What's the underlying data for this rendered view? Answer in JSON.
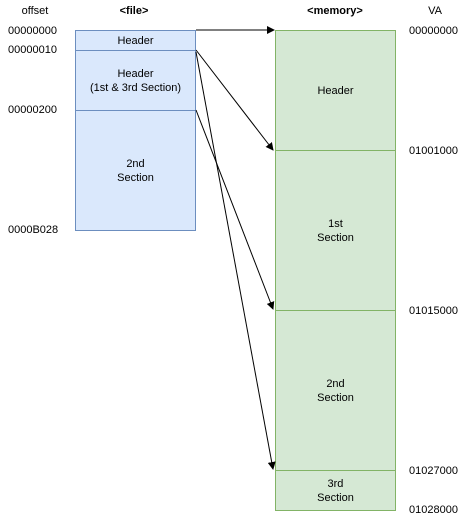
{
  "headers": {
    "offset": "offset",
    "file": "<file>",
    "memory": "<memory>",
    "va": "VA"
  },
  "file_offsets": [
    "00000000",
    "00000010",
    "00000200",
    "0000B028"
  ],
  "file_segments": [
    {
      "label": "Header"
    },
    {
      "label": "Header\n(1st & 3rd Section)"
    },
    {
      "label": "2nd\nSection"
    }
  ],
  "memory_segments": [
    {
      "label": "Header"
    },
    {
      "label": "1st\nSection"
    },
    {
      "label": "2nd\nSection"
    },
    {
      "label": "3rd\nSection"
    }
  ],
  "memory_vas": [
    "00000000",
    "01001000",
    "01015000",
    "01027000",
    "01028000"
  ],
  "colors": {
    "file_fill": "#dae8fc",
    "file_stroke": "#6c8ebf",
    "memory_fill": "#d5e8d4",
    "memory_stroke": "#82b366",
    "arrow": "#000000"
  }
}
